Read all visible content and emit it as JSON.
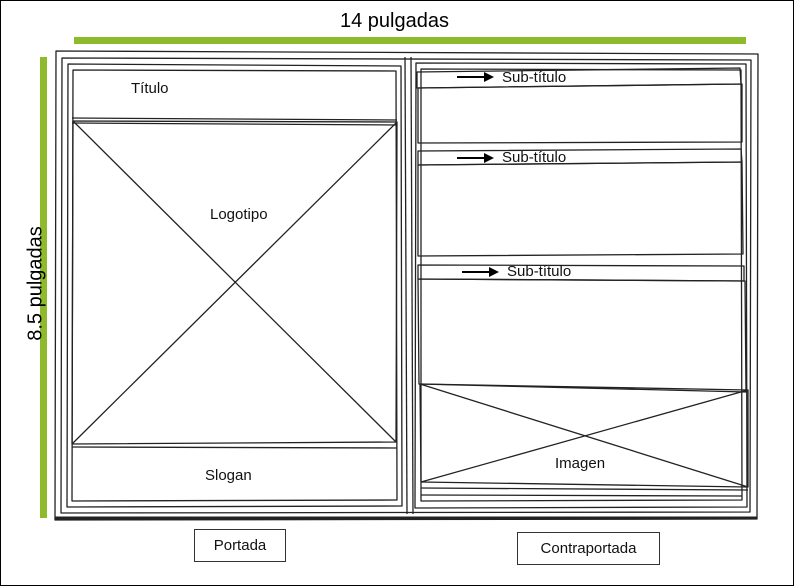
{
  "dimensions": {
    "width_label": "14 pulgadas",
    "height_label": "8.5 pulgadas",
    "accent_color": "#8dbb2b"
  },
  "front_cover": {
    "title": "Título",
    "logo": "Logotipo",
    "slogan": "Slogan",
    "caption": "Portada"
  },
  "back_cover": {
    "subtitles": [
      "Sub-título",
      "Sub-título",
      "Sub-título"
    ],
    "image": "Imagen",
    "caption": "Contraportada"
  },
  "icons": {
    "subtitle_marker": "arrow-right-icon",
    "placeholder": "cross-placeholder-icon"
  }
}
